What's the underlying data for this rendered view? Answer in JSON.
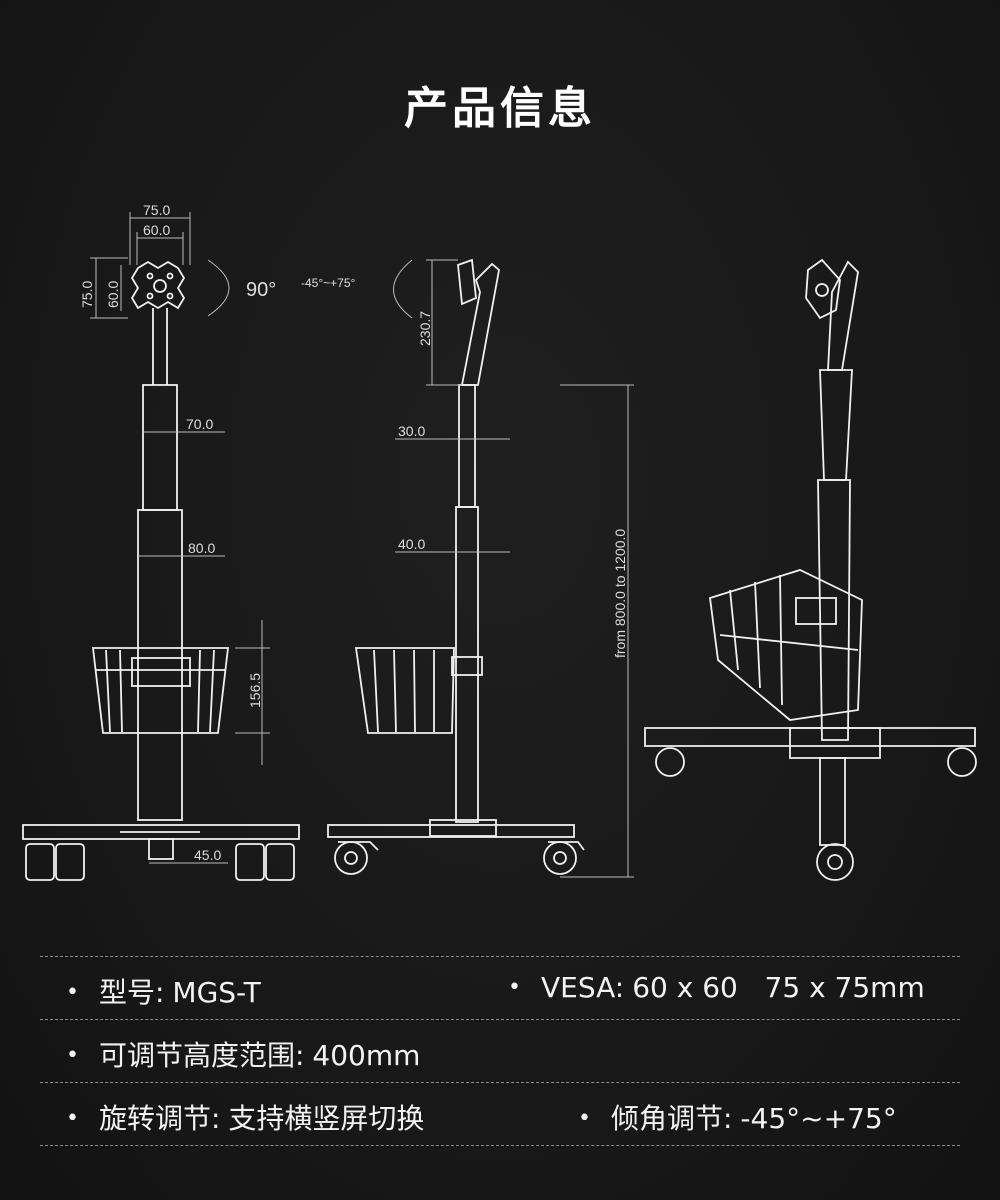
{
  "title": "产品信息",
  "dimensions": {
    "vesa_outer": "75.0",
    "vesa_inner": "60.0",
    "rotation": "90°",
    "tilt": "-45°~+75°",
    "arm_height": "230.7",
    "upper_pole": "70.0",
    "lower_pole": "80.0",
    "basket_height": "156.5",
    "base_hub": "45.0",
    "side_upper_pole": "30.0",
    "side_lower_pole": "40.0",
    "total_height": "from 800.0 to 1200.0"
  },
  "specs": {
    "model_label": "型号:",
    "model_value": "MGS-T",
    "vesa_label": "VESA:",
    "vesa_value": "60 x 60   75 x 75mm",
    "height_label": "可调节高度范围:",
    "height_value": "400mm",
    "rotate_label": "旋转调节:",
    "rotate_value": "支持横竖屏切换",
    "tilt_label": "倾角调节:",
    "tilt_value": "-45°~+75°"
  }
}
